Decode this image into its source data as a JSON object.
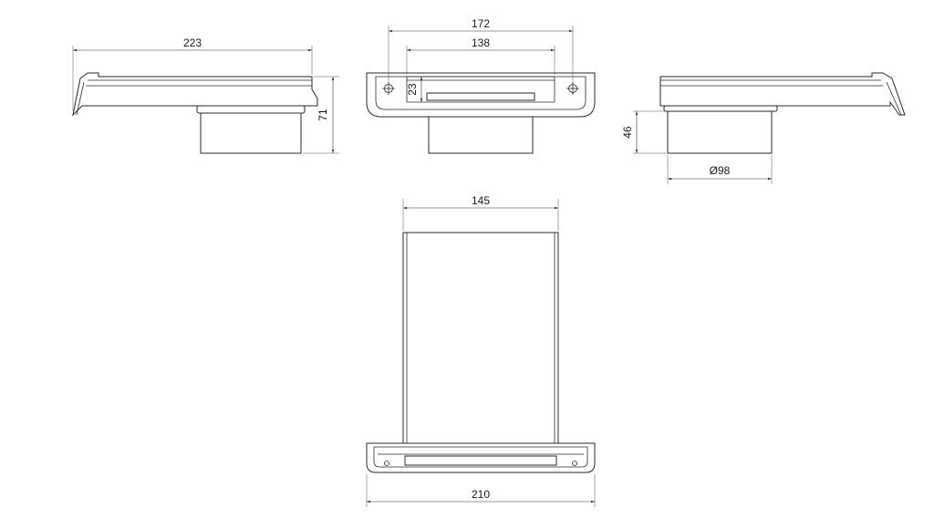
{
  "drawing": {
    "side_left": {
      "width_label": "223",
      "height_label": "71"
    },
    "front": {
      "outer_label": "172",
      "inner_label": "138",
      "depth_label": "23"
    },
    "side_right": {
      "height_label": "46",
      "diameter_label": "Ø98"
    },
    "top": {
      "tube_label": "145",
      "base_label": "210"
    }
  },
  "colors": {
    "line": "#2a2a2a",
    "background": "#ffffff"
  }
}
